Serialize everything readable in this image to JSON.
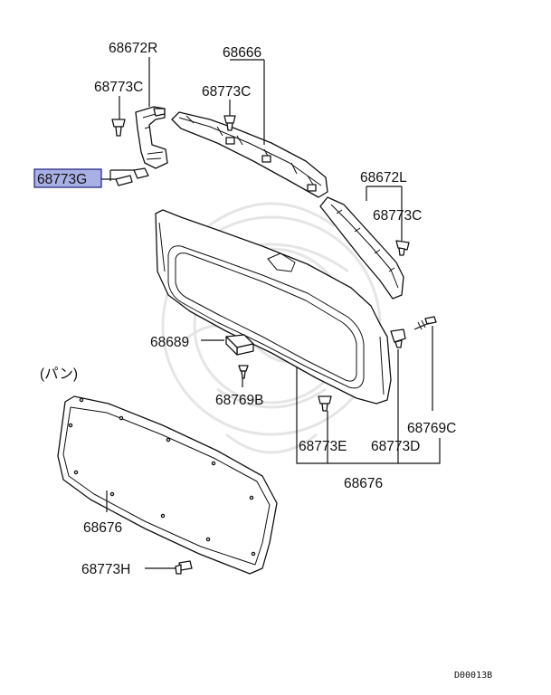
{
  "diagram": {
    "labels": {
      "p68672R": "68672R",
      "p68666": "68666",
      "p68773C_left": "68773C",
      "p68773C_mid": "68773C",
      "p68773G": "68773G",
      "p68672L": "68672L",
      "p68773C_right": "68773C",
      "p68689": "68689",
      "p68769B": "68769B",
      "p68769C": "68769C",
      "p68773E": "68773E",
      "p68773D": "68773D",
      "p68676_top": "68676",
      "p68676_panel": "68676",
      "p68773H": "68773H",
      "variant_note": "(パン)",
      "diagram_code": "D00013B"
    },
    "highlighted_part": "68773G",
    "highlight_color": "#a9b0e6",
    "line_color": "#111111"
  }
}
